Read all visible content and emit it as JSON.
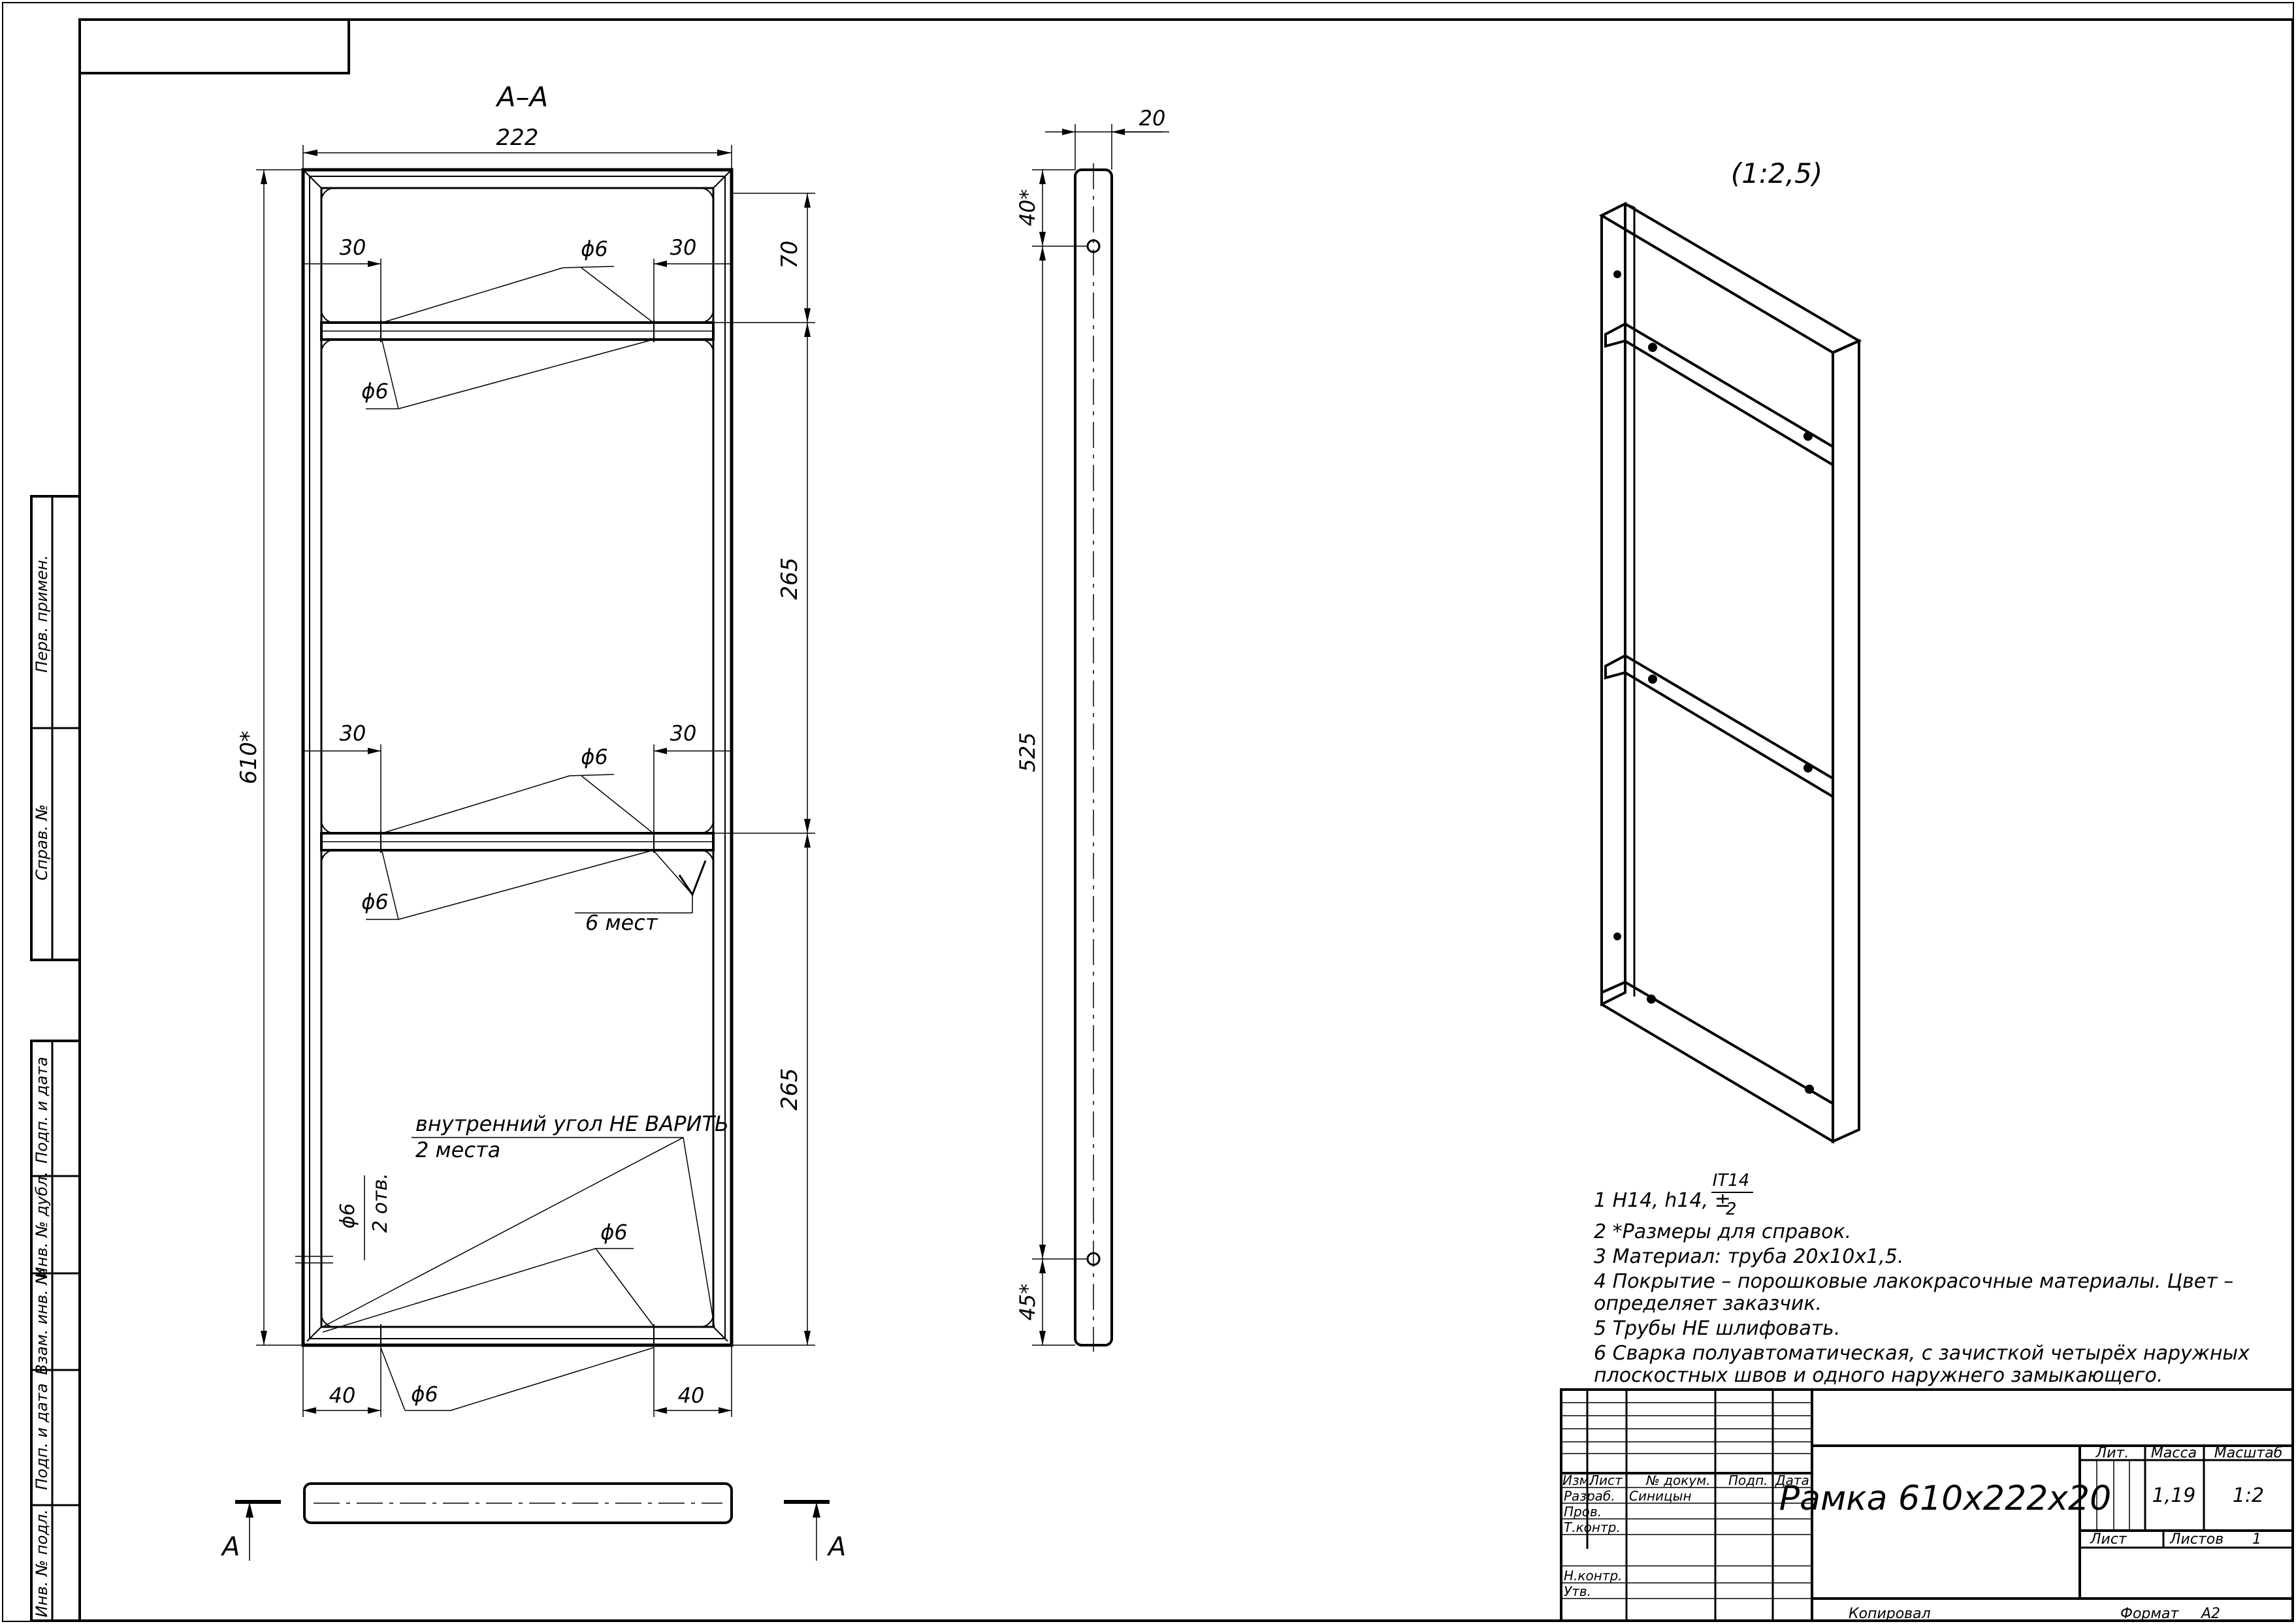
{
  "section_label": "А–А",
  "scale_note": "(1:2,5)",
  "dims": {
    "width_222": "222",
    "height_610": "610*",
    "top_70": "70",
    "mid_265a": "265",
    "mid_265b": "265",
    "left_30a": "30",
    "right_30a": "30",
    "left_30b": "30",
    "right_30b": "30",
    "bottom_40_left": "40",
    "bottom_40_right": "40",
    "phi6": "ϕ6",
    "side_20": "20",
    "side_40": "40*",
    "side_525": "525",
    "side_45": "45*"
  },
  "annotations": {
    "places6": "6 мест",
    "inner_corner": "внутренний угол НЕ ВАРИТЬ",
    "two_places": "2 места",
    "two_holes": "2 отв."
  },
  "section_marks": {
    "left": "А",
    "right": "А"
  },
  "notes": {
    "n1_a": "1 H14, h14, ±",
    "n1_num": "IT14",
    "n1_den": "2",
    "n2": "2  *Размеры для справок.",
    "n3": "3  Материал: труба 20х10х1,5.",
    "n4a": "4  Покрытие  –  порошковые  лакокрасочные  материалы.  Цвет  –",
    "n4b": "определяет заказчик.",
    "n5": "5  Трубы НЕ шлифовать.",
    "n6a": "6  Сварка  полуавтоматическая,  с  зачисткой  четырёх  наружных",
    "n6b": "плоскостных швов и одного наружнего замыкающего."
  },
  "left_strip": [
    "Перв. примен.",
    "Справ. №",
    "Подп. и дата",
    "Инв. № дубл.",
    "Взам. инв. №",
    "Подп. и дата",
    "Инв. № подл."
  ],
  "title_block": {
    "title": "Рамка 610х222х20",
    "h_izm": "Изм.",
    "h_list": "Лист",
    "h_ndoc": "№ докум.",
    "h_podp": "Подп.",
    "h_data": "Дата",
    "razrab": "Разраб.",
    "razrab_name": "Синицын",
    "prov": "Пров.",
    "tkontr": "Т.контр.",
    "nkontr": "Н.контр.",
    "utv": "Утв.",
    "lit": "Лит.",
    "massa": "Масса",
    "masshtab": "Масштаб",
    "mass_val": "1,19",
    "scale_val": "1:2",
    "sheet": "Лист",
    "sheets": "Листов",
    "sheets_val": "1",
    "kopiroval": "Копировал",
    "format": "Формат",
    "format_val": "A2"
  }
}
